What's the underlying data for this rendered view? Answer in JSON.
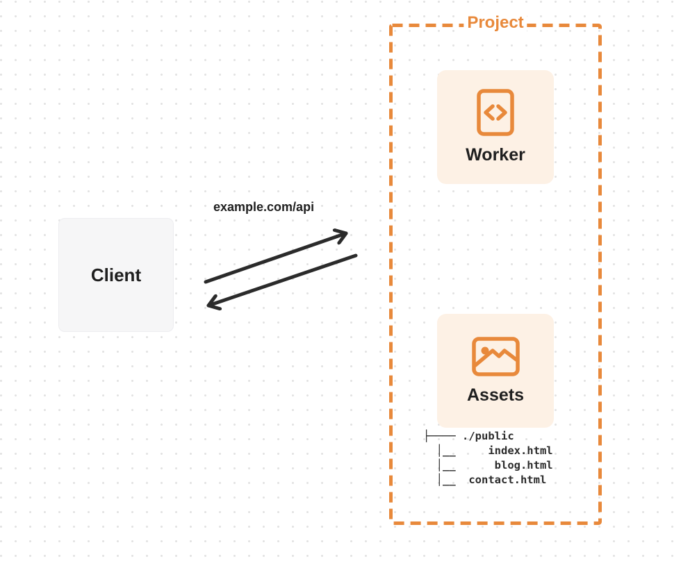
{
  "colors": {
    "accent_orange": "#e8893b",
    "card_background": "#fdf1e5",
    "client_background": "#f6f6f7",
    "arrow_dark": "#2b2b2b",
    "dot_grid": "#e2e2e2"
  },
  "client": {
    "label": "Client"
  },
  "connection": {
    "request_label": "example.com/api"
  },
  "project": {
    "label": "Project",
    "worker": {
      "label": "Worker",
      "icon": "code-document-icon"
    },
    "assets": {
      "label": "Assets",
      "icon": "image-icon"
    },
    "file_tree": [
      "├──── ./public",
      "  │__     index.html",
      "  │__      blog.html",
      "  │__  contact.html"
    ]
  }
}
